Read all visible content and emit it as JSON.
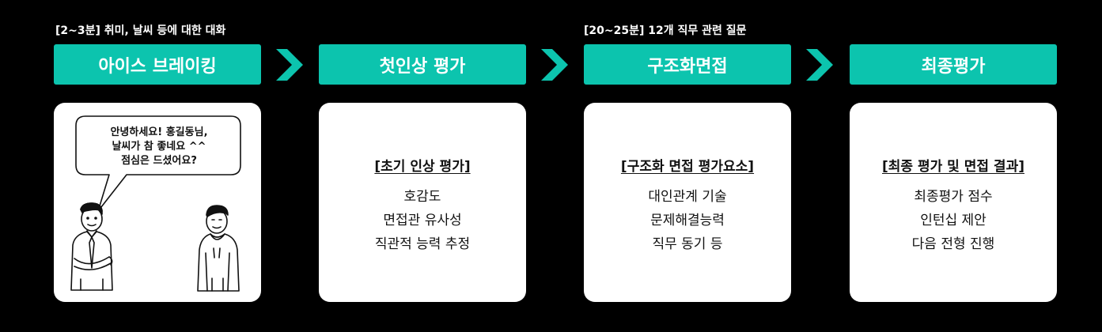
{
  "notes": {
    "left": "[2~3분] 취미, 날씨 등에 대한 대화",
    "mid": "[20~25분] 12개 직무 관련 질문"
  },
  "steps": [
    {
      "label": "아이스 브레이킹"
    },
    {
      "label": "첫인상 평가",
      "card_title": "[초기 인상 평가]",
      "items": [
        "호감도",
        "면접관 유사성",
        "직관적 능력 추정"
      ]
    },
    {
      "label": "구조화면접",
      "card_title": "[구조화 면접 평가요소]",
      "items": [
        "대인관계 기술",
        "문제해결능력",
        "직무 동기 등"
      ]
    },
    {
      "label": "최종평가",
      "card_title": "[최종 평가 및 면접 결과]",
      "items": [
        "최종평가 점수",
        "인턴십 제안",
        "다음 전형 진행"
      ]
    }
  ],
  "speech_bubble": [
    "안녕하세요! 홍길동님,",
    "날씨가 참 좋네요 ^^",
    "점심은 드셨어요?"
  ],
  "colors": {
    "accent": "#0cc4ae",
    "background": "#000000",
    "card": "#ffffff"
  },
  "icons": [
    "chevron-right-icon",
    "interviewer-illustration",
    "candidate-illustration",
    "speech-bubble"
  ]
}
